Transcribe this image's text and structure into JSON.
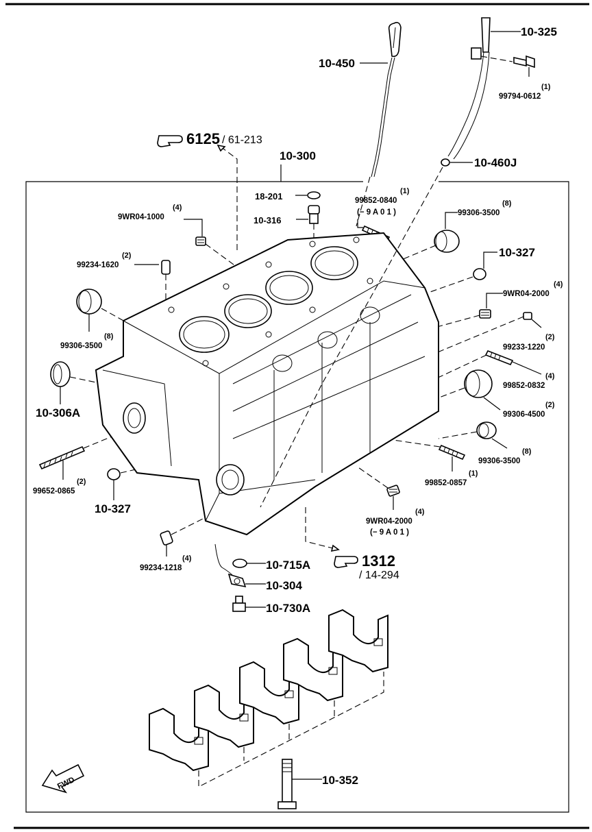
{
  "callouts": {
    "c10_325": "10-325",
    "c10_450": "10-450",
    "c99794_0612_qty": "(1)",
    "c99794_0612": "99794-0612",
    "c10_460j": "10-460J",
    "c10_300": "10-300",
    "c18_201": "18-201",
    "c99852_0840_qty": "(1)",
    "c99852_0840": "99852-0840",
    "c99852_0840_note": "(− 9 A 0 1 )",
    "c9wr04_1000_qty": "(4)",
    "c9wr04_1000": "9WR04-1000",
    "c10_316": "10-316",
    "c99306_3500a_qty": "(8)",
    "c99306_3500a": "99306-3500",
    "c99234_1620_qty": "(2)",
    "c99234_1620": "99234-1620",
    "c10_327a": "10-327",
    "c9wr04_2000a_qty": "(4)",
    "c9wr04_2000a": "9WR04-2000",
    "c99306_3500b_qty": "(8)",
    "c99306_3500b": "99306-3500",
    "c99233_1220_qty": "(2)",
    "c99233_1220": "99233-1220",
    "c99852_0832_qty": "(4)",
    "c99852_0832": "99852-0832",
    "c10_306a": "10-306A",
    "c99306_4500_qty": "(2)",
    "c99306_4500": "99306-4500",
    "c99306_3500c_qty": "(8)",
    "c99306_3500c": "99306-3500",
    "c99652_0865_qty": "(2)",
    "c99652_0865": "99652-0865",
    "c99852_0857_qty": "(1)",
    "c99852_0857": "99852-0857",
    "c10_327b": "10-327",
    "c9wr04_2000b_qty": "(4)",
    "c9wr04_2000b": "9WR04-2000",
    "c9wr04_2000b_note": "(− 9 A 0 1 )",
    "c99234_1218_qty": "(4)",
    "c99234_1218": "99234-1218",
    "c10_715a": "10-715A",
    "c10_304": "10-304",
    "c10_730a": "10-730A",
    "c10_352": "10-352"
  },
  "references": {
    "ref_top_num": "6125",
    "ref_top_sub": "/ 61-213",
    "ref_bottom_num": "1312",
    "ref_bottom_sub": "/ 14-294"
  },
  "fwd_label": "FWD",
  "icons": {
    "reference": "pointing-hand-icon",
    "direction": "fwd-arrow-icon"
  }
}
